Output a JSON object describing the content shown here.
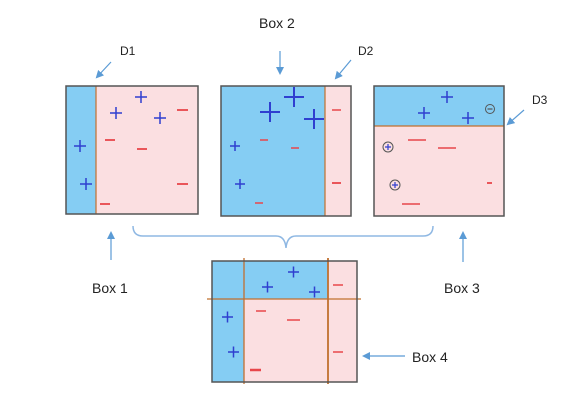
{
  "labels": {
    "box1": "Box 1",
    "box2": "Box 2",
    "box3": "Box 3",
    "box4": "Box 4",
    "d1": "D1",
    "d2": "D2",
    "d3": "D3"
  },
  "colors": {
    "blue_region": "#85cdf3",
    "pink_region": "#fbdfe1",
    "plus": "#2f3fd0",
    "minus": "#e8474b",
    "divider": "#c1702f",
    "arrow": "#5b9bd5",
    "brace": "#8fb8e3",
    "border": "#555555"
  },
  "symbols": {
    "plus": "+",
    "minus": "−"
  }
}
